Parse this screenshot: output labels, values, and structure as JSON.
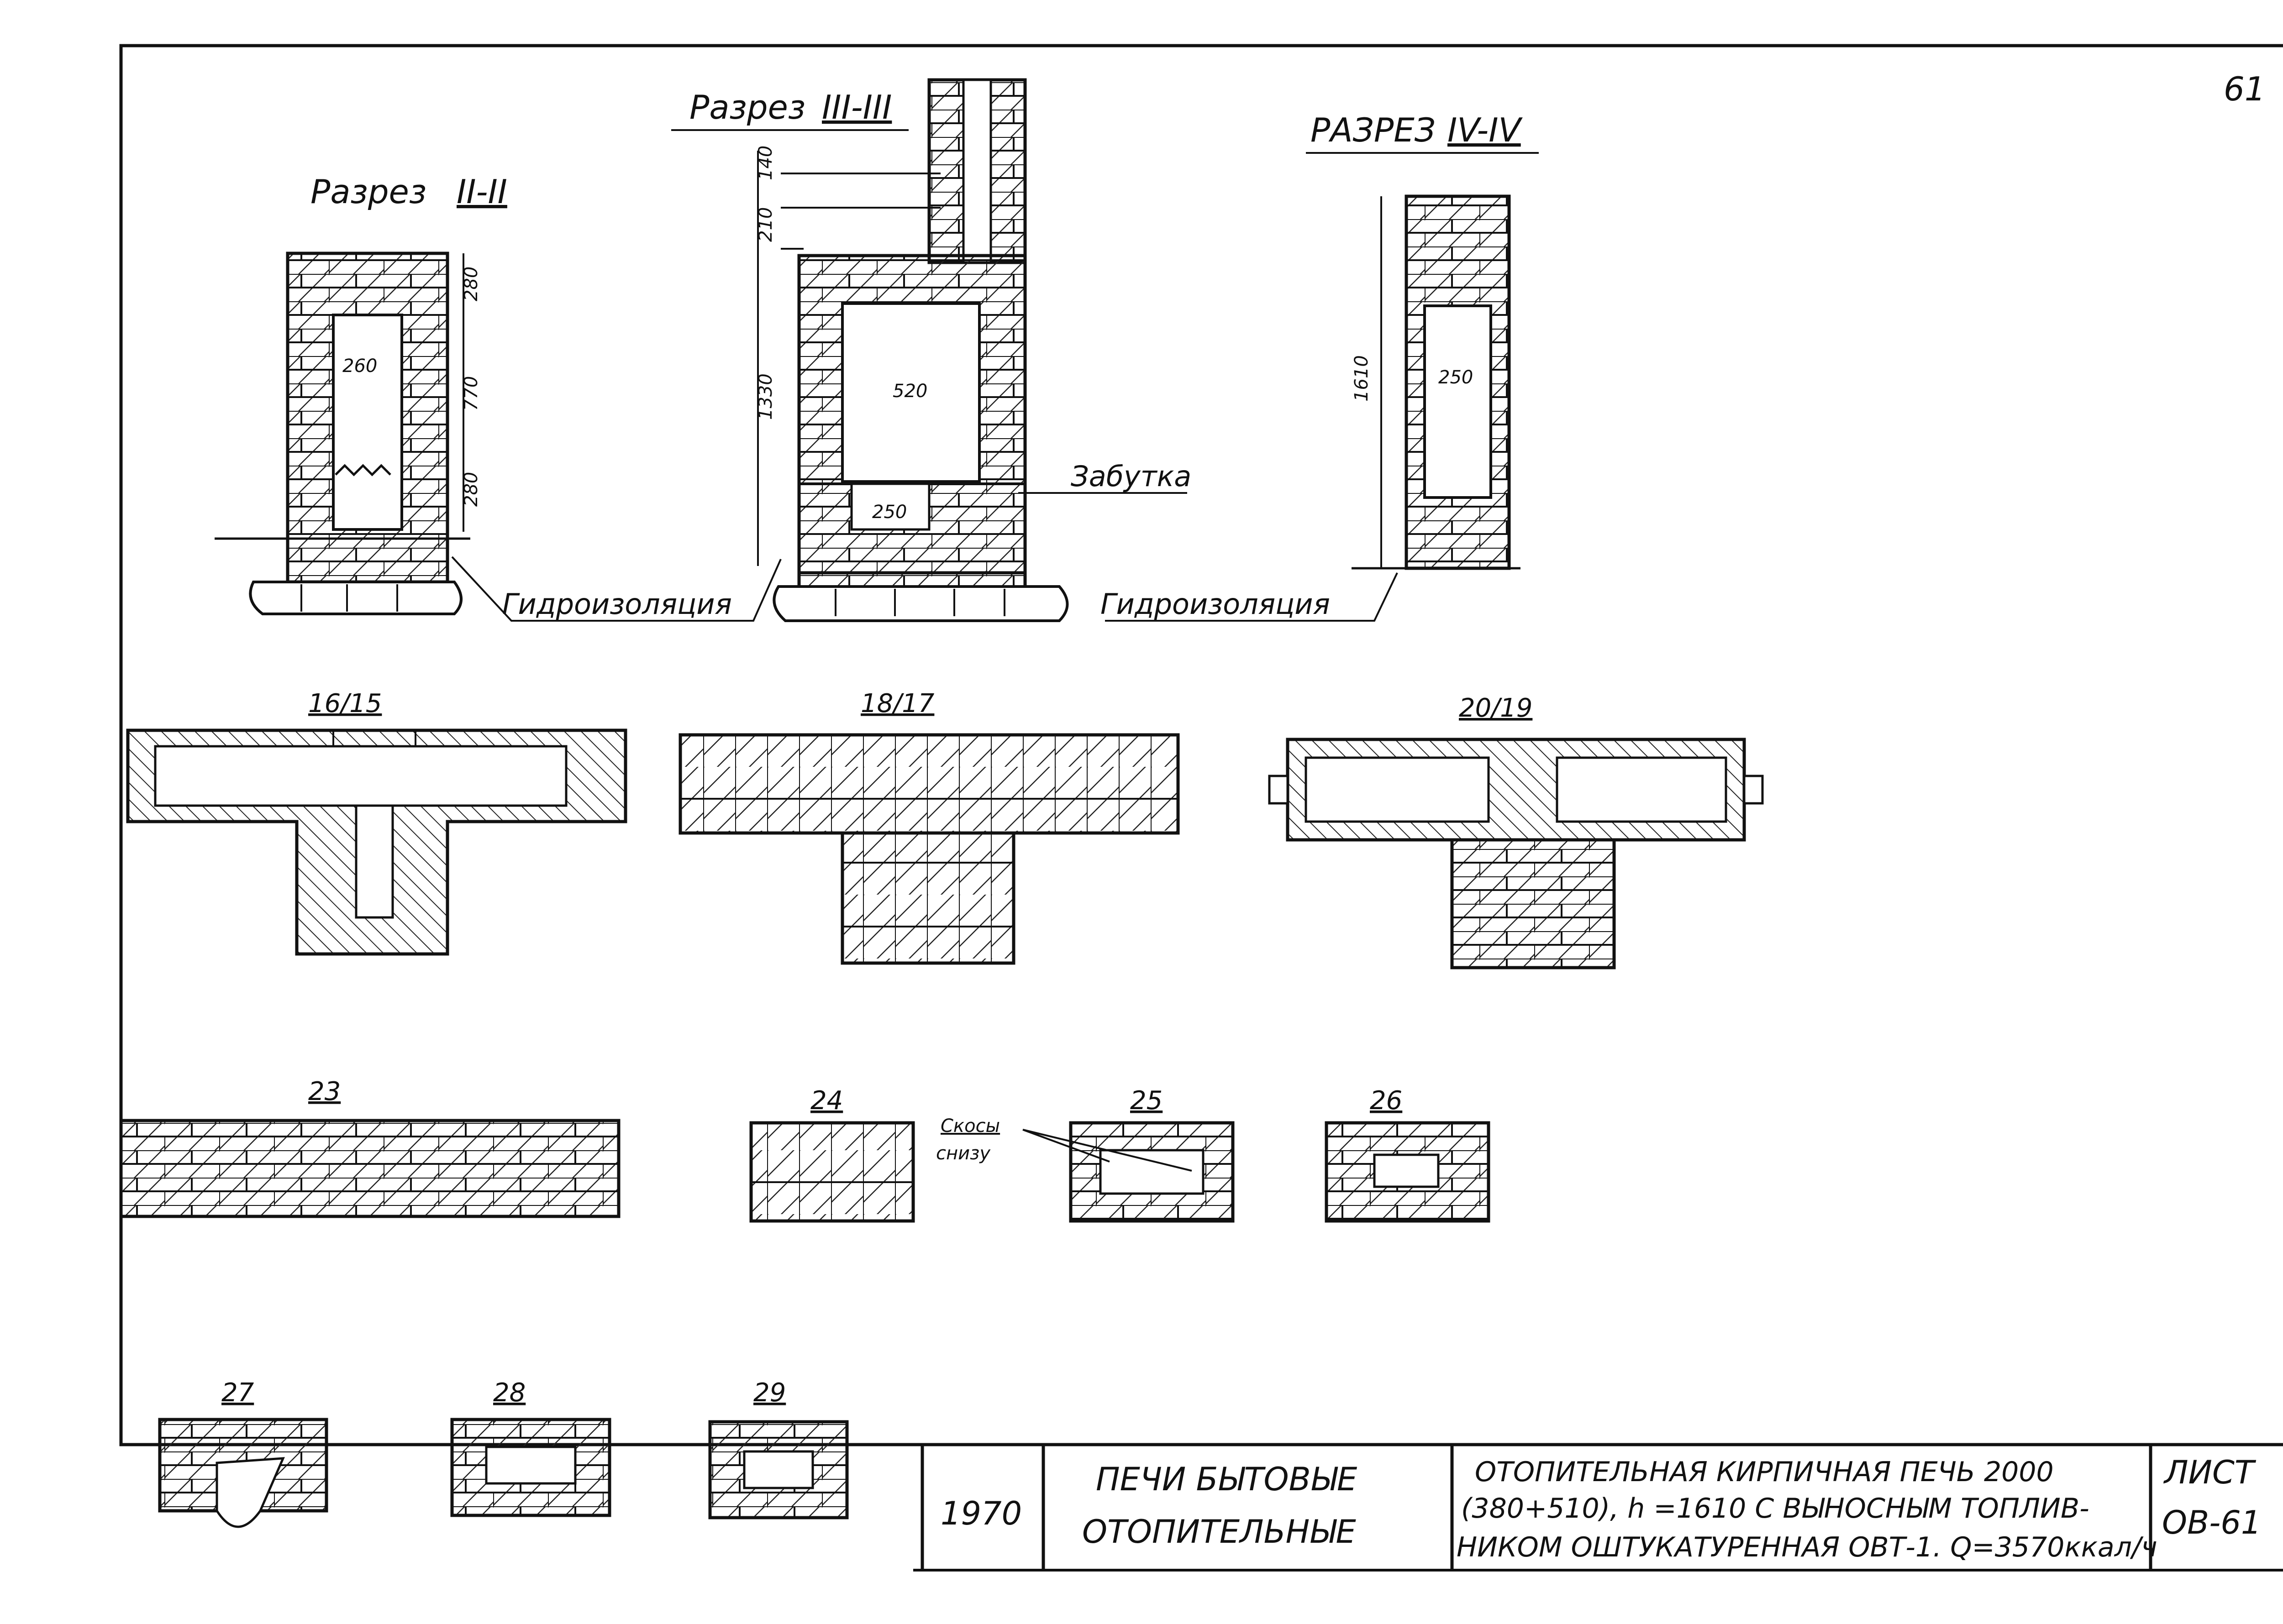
{
  "page": {
    "number": "61"
  },
  "sections": {
    "s2": {
      "title": "Разрез",
      "numeral": "II-II",
      "dims": [
        "280",
        "770",
        "280"
      ],
      "inner": "260"
    },
    "s3": {
      "title": "Разрез",
      "numeral": "III-III",
      "dims": [
        "140",
        "210",
        "1330"
      ],
      "inner1": "520",
      "inner2": "250",
      "note": "Забутка"
    },
    "s4": {
      "title": "РАЗРЕЗ",
      "numeral": "IV-IV",
      "dims": [
        "1610"
      ],
      "inner": "250"
    },
    "hydro_left": "Гидроизоляция",
    "hydro_right": "Гидроизоляция"
  },
  "rows": {
    "r1": [
      "16/15",
      "18/17",
      "20/19"
    ],
    "r2": [
      "23",
      "24",
      "25",
      "26"
    ],
    "r3": [
      "27",
      "28",
      "29"
    ],
    "bevel_note": [
      "Скосы",
      "снизу"
    ]
  },
  "title_block": {
    "year": "1970",
    "series_line1": "ПЕЧИ БЫТОВЫЕ",
    "series_line2": "ОТОПИТЕЛЬНЫЕ",
    "desc_line1": "ОТОПИТЕЛЬНАЯ КИРПИЧНАЯ ПЕЧЬ 2000",
    "desc_line2": "(380+510), h =1610 С ВЫНОСНЫМ ТОПЛИВ-",
    "desc_line3": "НИКОМ ОШТУКАТУРЕННАЯ ОВТ-1. Q=3570ккал/ч",
    "sheet_label": "ЛИСТ",
    "sheet_code": "ОВ-61"
  }
}
